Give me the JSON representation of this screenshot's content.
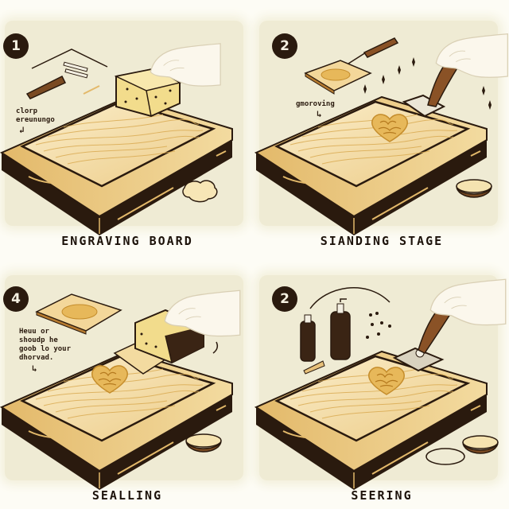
{
  "panels": [
    {
      "step": "1",
      "caption": "ENGRAVING BOARD",
      "note": "clorp\nereunungo",
      "icons": [
        "engraving-tool-icon",
        "sponge-icon",
        "hand-icon",
        "wood-board-icon",
        "sawdust-pile-icon"
      ]
    },
    {
      "step": "2",
      "caption": "SIANDING STAGE",
      "note": "gmoroving",
      "icons": [
        "chisel-tool-icon",
        "engraved-plank-icon",
        "sanding-block-icon",
        "hand-icon",
        "sparkle-icon",
        "wood-board-icon",
        "bowl-icon"
      ]
    },
    {
      "step": "4",
      "caption": "SEALLING",
      "note": "Heuu or\nshoudp he\ngoob lo your\ndhorvad.",
      "icons": [
        "engraved-plank-icon",
        "sponge-icon",
        "hand-icon",
        "wood-board-icon",
        "bowl-icon"
      ]
    },
    {
      "step": "2",
      "caption": "SEERING",
      "note": "",
      "icons": [
        "oil-bottle-icon",
        "pump-bottle-icon",
        "droplets-icon",
        "applicator-icon",
        "hand-icon",
        "wood-board-icon",
        "bowl-icon"
      ]
    }
  ],
  "colors": {
    "panel_bg": "#efebd4",
    "page_bg": "#fdfcf5",
    "dark_outline": "#2a1a0e",
    "wood_light": "#f6e2b0",
    "wood_mid": "#e7c07a",
    "wood_grain": "#d9a94f"
  }
}
